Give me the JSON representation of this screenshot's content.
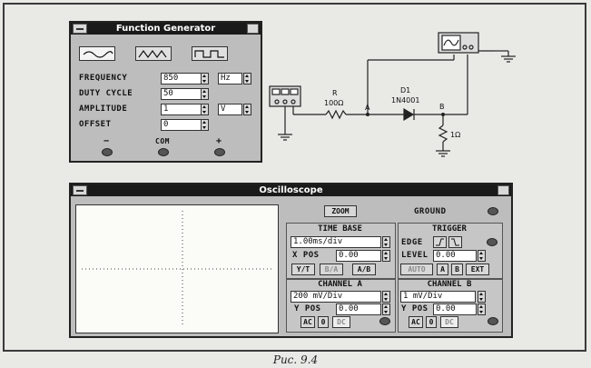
{
  "caption": "Рис. 9.4",
  "function_generator": {
    "title": "Function Generator",
    "waveforms": [
      "sine-wave-icon",
      "triangle-wave-icon",
      "square-wave-icon"
    ],
    "frequency_label": "FREQUENCY",
    "frequency_value": "850",
    "frequency_unit": "Hz",
    "duty_cycle_label": "DUTY CYCLE",
    "duty_cycle_value": "50",
    "amplitude_label": "AMPLITUDE",
    "amplitude_value": "1",
    "amplitude_unit": "V",
    "offset_label": "OFFSET",
    "offset_value": "0",
    "terminal_minus": "−",
    "terminal_com": "COM",
    "terminal_plus": "+"
  },
  "circuit": {
    "resistor_r": "R",
    "resistor_r_value": "100Ω",
    "node_a": "A",
    "diode_name": "D1",
    "diode_model": "1N4001",
    "node_b": "B",
    "resistor_b_value": "1Ω"
  },
  "oscilloscope": {
    "title": "Oscilloscope",
    "zoom_label": "ZOOM",
    "ground_label": "GROUND",
    "time_base_title": "TIME BASE",
    "time_base_value": "1.00ms/div",
    "x_pos_label": "X POS",
    "x_pos_value": "0.00",
    "mode_buttons": [
      "Y/T",
      "B/A",
      "A/B"
    ],
    "trigger_title": "TRIGGER",
    "edge_label": "EDGE",
    "level_label": "LEVEL",
    "level_value": "0.00",
    "trigger_buttons": [
      "AUTO",
      "A",
      "B",
      "EXT"
    ],
    "channel_a_title": "CHANNEL A",
    "channel_a_value": "200 mV/Div",
    "channel_a_ypos_label": "Y POS",
    "channel_a_ypos_value": "0.00",
    "channel_a_buttons": [
      "AC",
      "0",
      "DC"
    ],
    "channel_b_title": "CHANNEL B",
    "channel_b_value": "1 mV/Div",
    "channel_b_ypos_label": "Y POS",
    "channel_b_ypos_value": "0.00",
    "channel_b_buttons": [
      "AC",
      "0",
      "DC"
    ]
  }
}
